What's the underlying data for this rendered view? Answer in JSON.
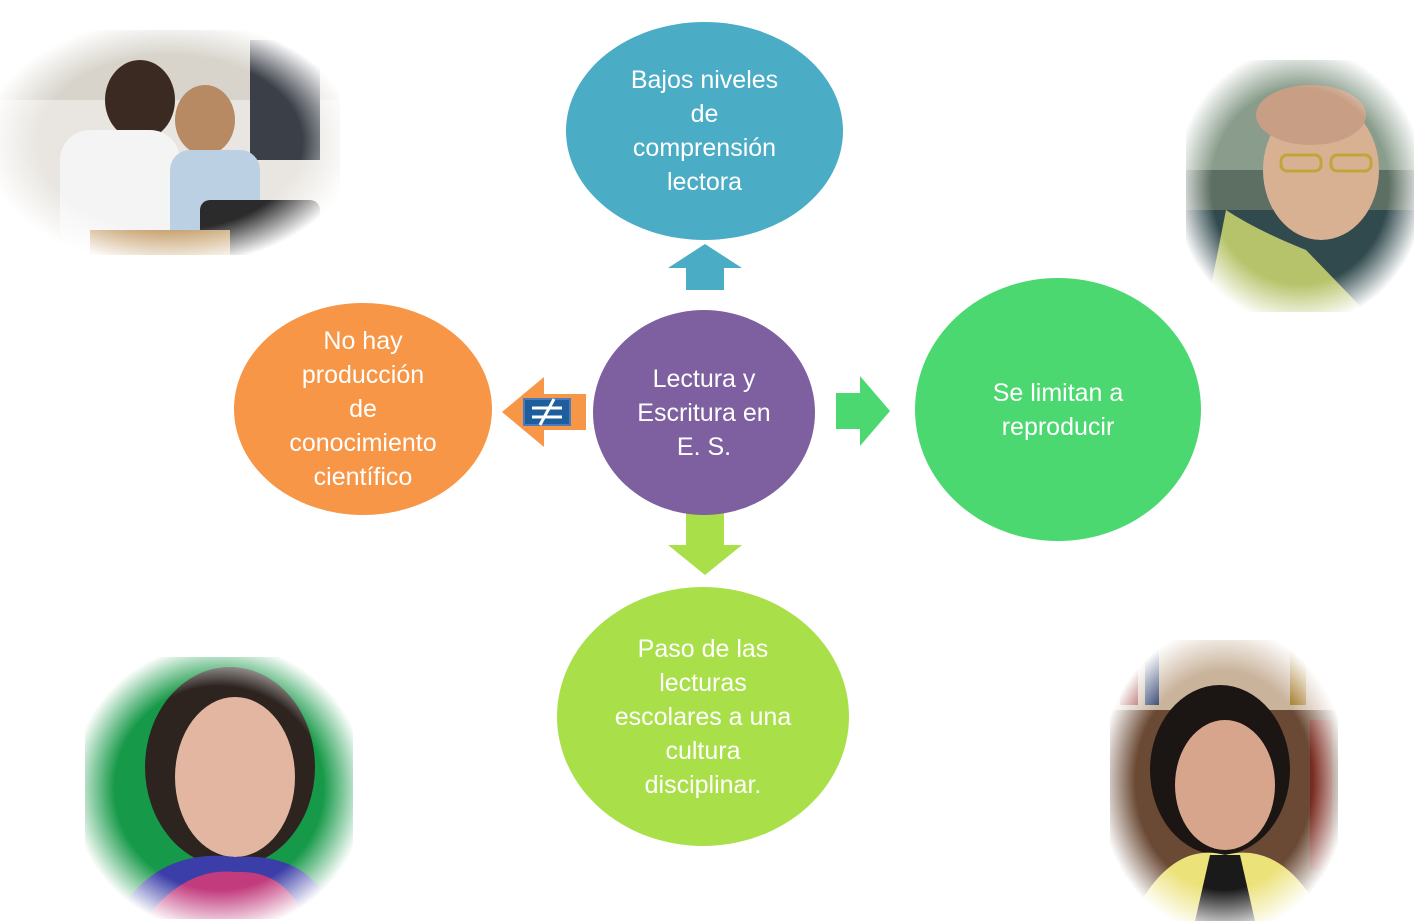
{
  "diagram": {
    "center": {
      "lines": [
        "Lectura y",
        "Escritura en",
        "E. S."
      ],
      "color": "#7e60a0"
    },
    "top": {
      "lines": [
        "Bajos niveles",
        "de",
        "comprensión",
        "lectora"
      ],
      "color": "#4bacc6"
    },
    "left": {
      "lines": [
        "No hay",
        "producción",
        "de",
        "conocimiento",
        "científico"
      ],
      "color": "#f79646"
    },
    "right": {
      "lines": [
        "Se limitan a",
        "reproducir"
      ],
      "color": "#4cd870"
    },
    "bottom": {
      "lines": [
        "Paso de las",
        "lecturas",
        "escolares a una",
        "cultura",
        "disciplinar."
      ],
      "color": "#a9e04a"
    },
    "left_arrow_symbol": "≠"
  }
}
